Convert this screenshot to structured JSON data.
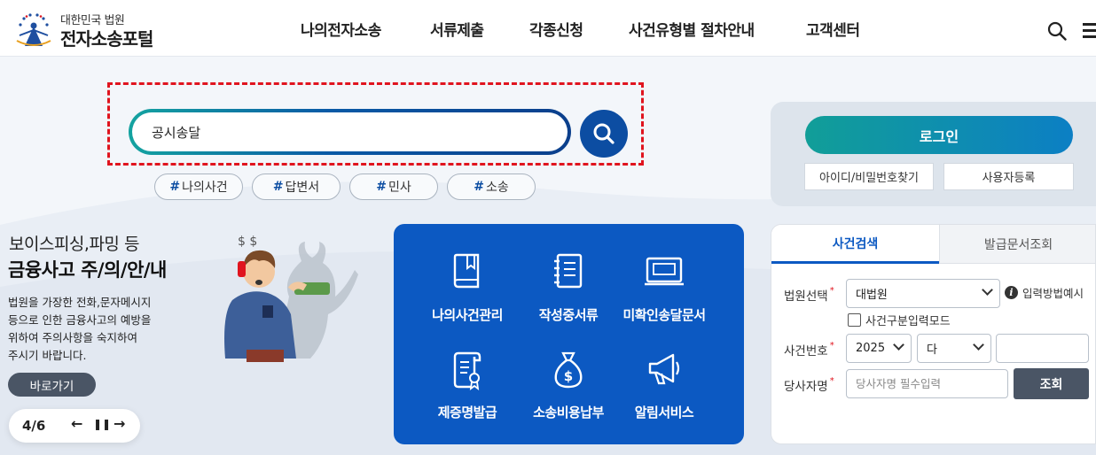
{
  "header": {
    "logo_sub": "대한민국 법원",
    "logo_main": "전자소송포털",
    "nav": [
      "나의전자소송",
      "서류제출",
      "각종신청",
      "사건유형별 절차안내",
      "고객센터"
    ]
  },
  "search": {
    "value": "공시송달",
    "tags": [
      "나의사건",
      "답변서",
      "민사",
      "소송"
    ],
    "tag_prefix": "#"
  },
  "promo": {
    "line1": "보이스피싱,파밍 등",
    "line2": "금융사고 주/의/안/내",
    "desc": [
      "법원을 가장한 전화,문자메시지",
      "등으로 인한 금융사고의 예방을",
      "위하여 주의사항을 숙지하여",
      "주시기 바랍니다."
    ],
    "go_label": "바로가기",
    "page_indicator": "4/6",
    "prev": "←",
    "pause": "⏸",
    "next": "→"
  },
  "services": [
    {
      "label": "나의사건관리",
      "icon": "book-icon"
    },
    {
      "label": "작성중서류",
      "icon": "notebook-icon"
    },
    {
      "label": "미확인송달문서",
      "icon": "monitor-icon"
    },
    {
      "label": "제증명발급",
      "icon": "certificate-icon"
    },
    {
      "label": "소송비용납부",
      "icon": "money-bag-icon"
    },
    {
      "label": "알림서비스",
      "icon": "megaphone-icon"
    }
  ],
  "login": {
    "login_label": "로그인",
    "find_label": "아이디/비밀번호찾기",
    "register_label": "사용자등록"
  },
  "case_search": {
    "tab_active": "사건검색",
    "tab_inactive": "발급문서조회",
    "court_label": "법원선택",
    "court_value": "대법원",
    "info_label": "입력방법예시",
    "mode_label": "사건구분입력모드",
    "number_label": "사건번호",
    "year_value": "2025",
    "type_value": "다",
    "party_label": "당사자명",
    "party_placeholder": "당사자명 필수입력",
    "query_label": "조회",
    "required_mark": "*"
  },
  "colors": {
    "primary_blue": "#0c59c2",
    "teal": "#14a3a0",
    "focus_red": "#e0141e"
  }
}
